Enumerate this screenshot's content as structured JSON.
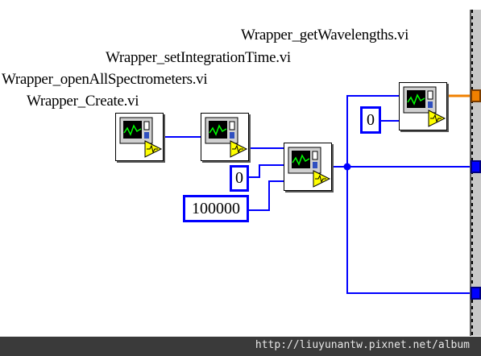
{
  "labels": {
    "get_wavelengths": "Wrapper_getWavelengths.vi",
    "set_integration_time": "Wrapper_setIntegrationTime.vi",
    "open_all_spectrometers": "Wrapper_openAllSpectrometers.vi",
    "create": "Wrapper_Create.vi"
  },
  "constants": {
    "spectrometer_index_a": "0",
    "spectrometer_index_b": "0",
    "integration_time": "100000"
  },
  "icons": {
    "vi_icon": "labview-vi-icon"
  },
  "colors": {
    "wire": "#0000ff",
    "orange_wire": "#f08000",
    "terminal_blue": "#0000ff",
    "terminal_orange": "#f08000"
  },
  "footer": {
    "url": "http://liuyunantw.pixnet.net/album"
  }
}
